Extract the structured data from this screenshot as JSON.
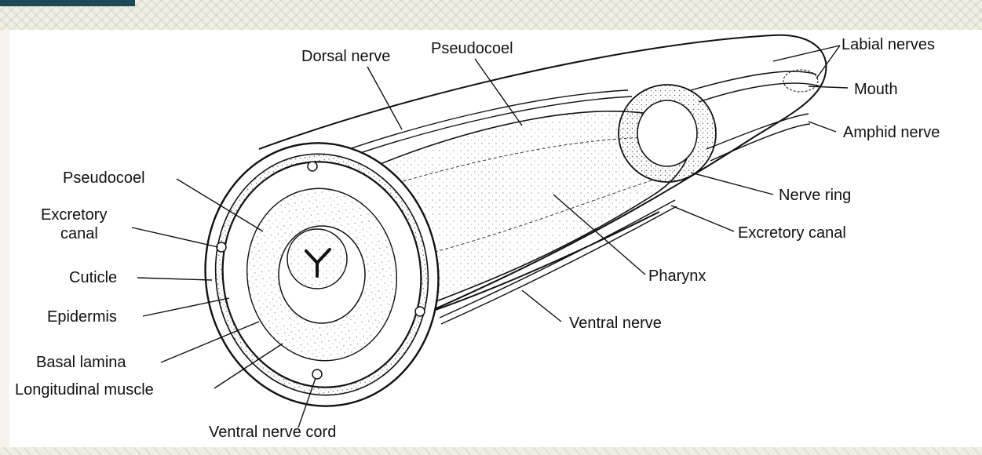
{
  "labels": {
    "dorsal_nerve": "Dorsal nerve",
    "pseudocoel_top": "Pseudocoel",
    "labial_nerves": "Labial nerves",
    "mouth": "Mouth",
    "amphid_nerve": "Amphid nerve",
    "pseudocoel_left": "Pseudocoel",
    "excretory_canal_left_line1": "Excretory",
    "excretory_canal_left_line2": "canal",
    "cuticle": "Cuticle",
    "epidermis": "Epidermis",
    "basal_lamina": "Basal lamina",
    "longitudinal_muscle": "Longitudinal muscle",
    "ventral_nerve_cord": "Ventral nerve cord",
    "nerve_ring": "Nerve ring",
    "excretory_canal_right": "Excretory canal",
    "pharynx": "Pharynx",
    "ventral_nerve": "Ventral nerve"
  },
  "colors": {
    "header_accent": "#1e4a57",
    "band": "#efefe4",
    "ink": "#111111"
  }
}
